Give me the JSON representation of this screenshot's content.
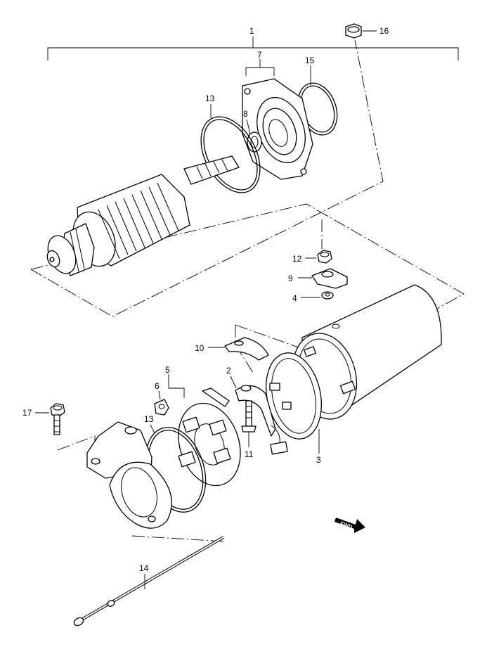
{
  "callouts": {
    "c1": "1",
    "c2": "2",
    "c3": "3",
    "c4": "4",
    "c5": "5",
    "c6": "6",
    "c7": "7",
    "c8": "8",
    "c9": "9",
    "c10": "10",
    "c11": "11",
    "c12": "12",
    "c13a": "13",
    "c13b": "13",
    "c14": "14",
    "c15": "15",
    "c16": "16",
    "c17": "17"
  },
  "fwd_label": "FWD"
}
